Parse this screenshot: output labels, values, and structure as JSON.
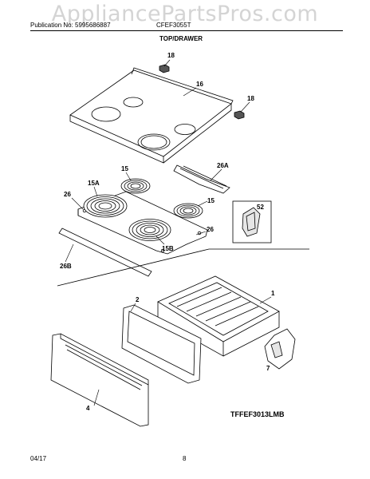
{
  "watermark": "AppliancePartsPros.com",
  "header": {
    "publication": "Publication No: 5995686887",
    "model": "CFEF3055T",
    "section_title": "TOP/DRAWER"
  },
  "diagram": {
    "callouts": {
      "c18a": "18",
      "c16": "16",
      "c18b": "18",
      "c26a": "26A",
      "c15a_top": "15",
      "c15A": "15A",
      "c26_left": "26",
      "c15_right": "15",
      "c52": "52",
      "c26_right": "26",
      "c15B": "15B",
      "c26B": "26B",
      "c1": "1",
      "c2": "2",
      "c7": "7",
      "c4": "4"
    },
    "drawing_code": "TFFEF3013LMB"
  },
  "footer": {
    "date": "04/17",
    "page": "8"
  }
}
